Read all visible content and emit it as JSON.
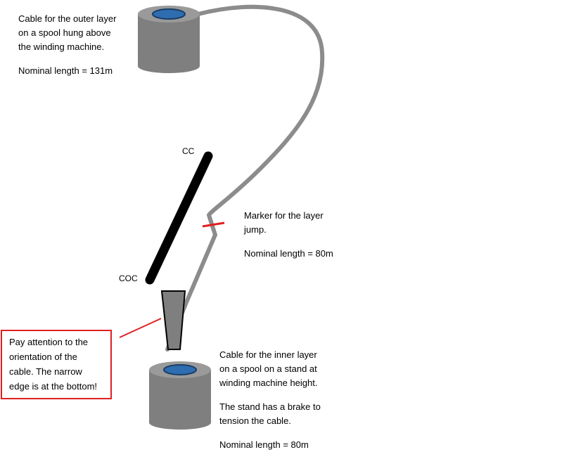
{
  "outer_spool": {
    "lines": [
      "Cable for the outer layer",
      "on a spool hung above",
      "the winding machine."
    ],
    "length": "Nominal length = 131m"
  },
  "marker": {
    "lines": [
      "Marker for the layer",
      "jump."
    ],
    "length": "Nominal length = 80m"
  },
  "inner_spool": {
    "lines": [
      "Cable for the inner layer",
      "on a spool on a stand at",
      "winding machine height."
    ],
    "brake_lines": [
      "The stand has a brake to",
      "tension the cable."
    ],
    "length": "Nominal length = 80m"
  },
  "labels": {
    "cc": "CC",
    "coc": "COC"
  },
  "note": {
    "lines": [
      "Pay attention to the",
      "orientation of the",
      "cable.  The narrow",
      "edge is at the bottom!"
    ]
  },
  "colors": {
    "spool_body": "#7f7f7f",
    "spool_core": "#2e6db0",
    "cable": "#8c8c8c",
    "marker": "#e02020",
    "bar": "#000000"
  }
}
